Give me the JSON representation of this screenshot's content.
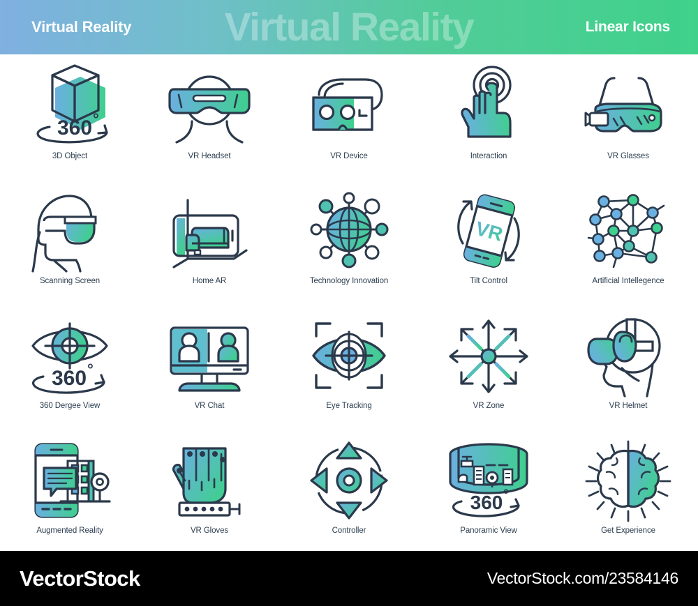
{
  "header": {
    "left_title": "Virtual Reality",
    "center_watermark": "Virtual Reality",
    "right_title": "Linear Icons",
    "gradient_start": "#7fb0e0",
    "gradient_end": "#3fd18a"
  },
  "palette": {
    "stroke": "#2b394b",
    "grad_blue": "#6ab0e0",
    "grad_teal": "#4fc3b0",
    "grad_green": "#3fcf8e",
    "label_color": "#2c3e50",
    "footer_bg": "#000000"
  },
  "icons": [
    {
      "id": "3d-object",
      "label": "3D Object",
      "glyph": "cube-360"
    },
    {
      "id": "vr-headset",
      "label": "VR Headset",
      "glyph": "head-headset"
    },
    {
      "id": "vr-device",
      "label": "VR Device",
      "glyph": "cardboard-device"
    },
    {
      "id": "interaction",
      "label": "Interaction",
      "glyph": "hand-tap"
    },
    {
      "id": "vr-glasses",
      "label": "VR Glasses",
      "glyph": "glasses"
    },
    {
      "id": "scanning-screen",
      "label": "Scanning Screen",
      "glyph": "head-scan"
    },
    {
      "id": "home-ar",
      "label": "Home AR",
      "glyph": "phone-sofa"
    },
    {
      "id": "technology-innovation",
      "label": "Technology Innovation",
      "glyph": "globe-nodes"
    },
    {
      "id": "tilt-control",
      "label": "Tilt Control",
      "glyph": "phone-tilt"
    },
    {
      "id": "artificial-intellegence",
      "label": "Artificial Intellegence",
      "glyph": "neural-net"
    },
    {
      "id": "360-dergee-view",
      "label": "360 Dergee View",
      "glyph": "eye-360"
    },
    {
      "id": "vr-chat",
      "label": "VR Chat",
      "glyph": "monitor-chat"
    },
    {
      "id": "eye-tracking",
      "label": "Eye Tracking",
      "glyph": "eye-brackets"
    },
    {
      "id": "vr-zone",
      "label": "VR Zone",
      "glyph": "arrows-8way"
    },
    {
      "id": "vr-helmet",
      "label": "VR Helmet",
      "glyph": "head-helmet"
    },
    {
      "id": "augmented-reality",
      "label": "Augmented Reality",
      "glyph": "phone-ar"
    },
    {
      "id": "vr-gloves",
      "label": "VR Gloves",
      "glyph": "glove"
    },
    {
      "id": "controller",
      "label": "Controller",
      "glyph": "dpad"
    },
    {
      "id": "panoramic-view",
      "label": "Panoramic View",
      "glyph": "panorama-360"
    },
    {
      "id": "get-experience",
      "label": "Get Experience",
      "glyph": "brain-rays"
    }
  ],
  "icon_text": {
    "three_sixty": "360",
    "degree": "°",
    "vr": "VR"
  },
  "footer": {
    "brand": "VectorStock",
    "url": "VectorStock.com/23584146"
  }
}
